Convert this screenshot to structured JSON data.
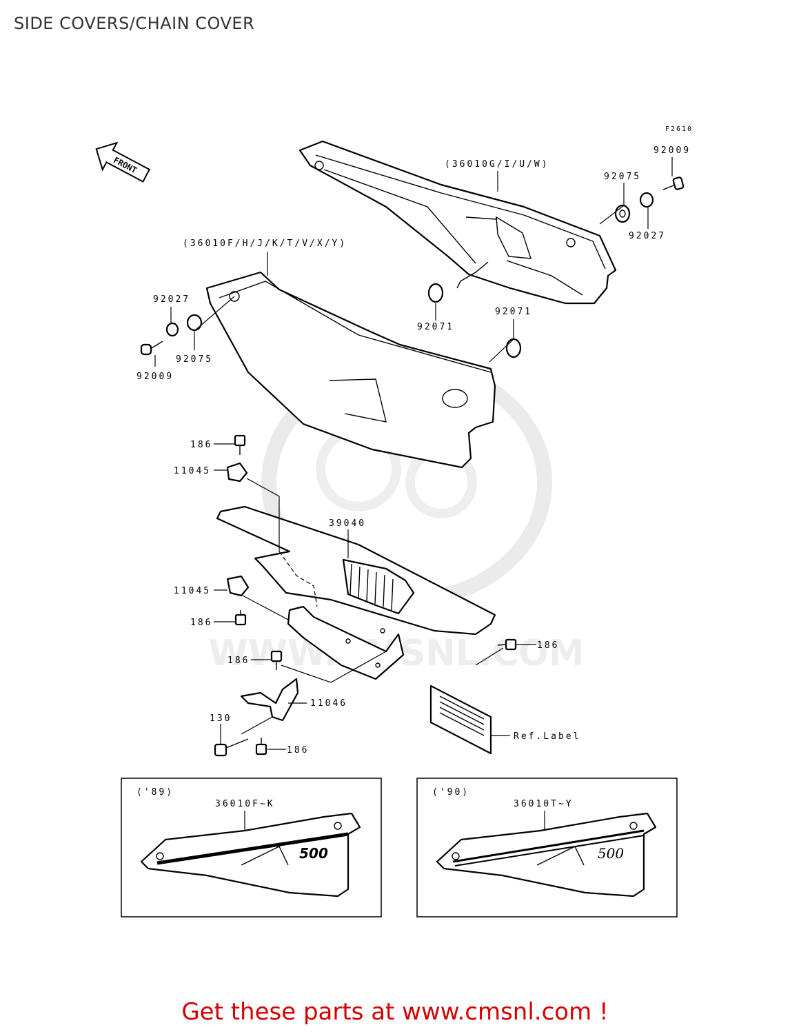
{
  "page": {
    "title": "SIDE COVERS/CHAIN COVER",
    "footer": "Get these parts at www.cmsnl.com !"
  },
  "diagram": {
    "figure_code": "F2610",
    "front_arrow": "FRONT",
    "watermark_text": "WWW.CMSNL.COM",
    "labels": {
      "side_cover_right": "(36010G/I/U/W)",
      "side_cover_left": "(36010F/H/J/K/T/V/X/Y)",
      "bolt_right": "92009",
      "grommet_right": "92075",
      "collar_right": "92027",
      "damper_upper": "92071",
      "damper_lower": "92071",
      "collar_left": "92027",
      "grommet_left": "92075",
      "bolt_left": "92009",
      "bolt_186_a": "186",
      "clamp_upper": "11045",
      "chain_cover": "39040",
      "clamp_lower": "11045",
      "bolt_186_b": "186",
      "bolt_186_c": "186",
      "bolt_186_d": "186",
      "bracket": "11046",
      "bolt_130": "130",
      "bolt_186_e": "186",
      "ref_label": "Ref.Label"
    },
    "variants": [
      {
        "year": "('89)",
        "part_range": "36010F~K",
        "badge": "500"
      },
      {
        "year": "('90)",
        "part_range": "36010T~Y",
        "badge": "500"
      }
    ]
  },
  "colors": {
    "footer_text": "#d40000",
    "title_text": "#333333",
    "line_art": "#000000",
    "watermark": "#dddddd"
  }
}
